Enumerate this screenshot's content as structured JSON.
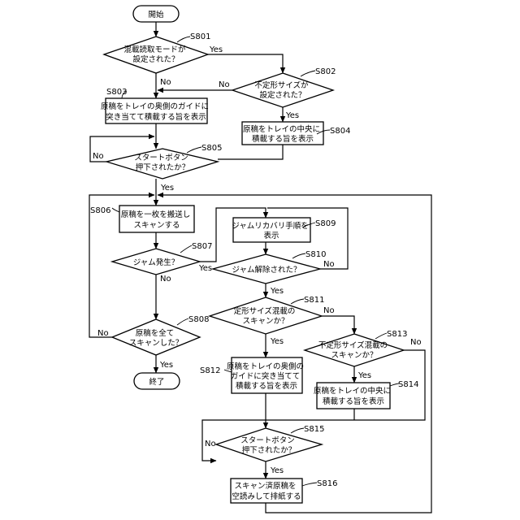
{
  "nodes": {
    "start": {
      "lines": [
        "開始"
      ]
    },
    "s801": {
      "step": "S801",
      "lines": [
        "混載読取モードが",
        "設定された？"
      ]
    },
    "s802": {
      "step": "S802",
      "lines": [
        "不定形サイズが",
        "設定された？"
      ]
    },
    "s803": {
      "step": "S803",
      "lines": [
        "原稿をトレイの奥側のガイドに",
        "突き当てて積載する旨を表示"
      ]
    },
    "s804": {
      "step": "S804",
      "lines": [
        "原稿をトレイの中央に",
        "積載する旨を表示"
      ]
    },
    "s805": {
      "step": "S805",
      "lines": [
        "スタートボタン",
        "押下されたか？"
      ]
    },
    "s806": {
      "step": "S806",
      "lines": [
        "原稿を一枚を搬送し",
        "スキャンする"
      ]
    },
    "s807": {
      "step": "S807",
      "lines": [
        "ジャム発生？"
      ]
    },
    "s808": {
      "step": "S808",
      "lines": [
        "原稿を全て",
        "スキャンした？"
      ]
    },
    "end": {
      "lines": [
        "終了"
      ]
    },
    "s809": {
      "step": "S809",
      "lines": [
        "ジャムリカバリ手順を",
        "表示"
      ]
    },
    "s810": {
      "step": "S810",
      "lines": [
        "ジャム解除された？"
      ]
    },
    "s811": {
      "step": "S811",
      "lines": [
        "定形サイズ混載の",
        "スキャンか？"
      ]
    },
    "s812": {
      "step": "S812",
      "lines": [
        "原稿をトレイの奥側の",
        "ガイドに突き当てて",
        "積載する旨を表示"
      ]
    },
    "s813": {
      "step": "S813",
      "lines": [
        "不定形サイズ混載の",
        "スキャンか？"
      ]
    },
    "s814": {
      "step": "S814",
      "lines": [
        "原稿をトレイの中央に",
        "積載する旨を表示"
      ]
    },
    "s815": {
      "step": "S815",
      "lines": [
        "スタートボタン",
        "押下されたか？"
      ]
    },
    "s816": {
      "step": "S816",
      "lines": [
        "スキャン済原稿を",
        "空読みして排紙する"
      ]
    }
  },
  "edges": {
    "yes": "Yes",
    "no": "No"
  }
}
